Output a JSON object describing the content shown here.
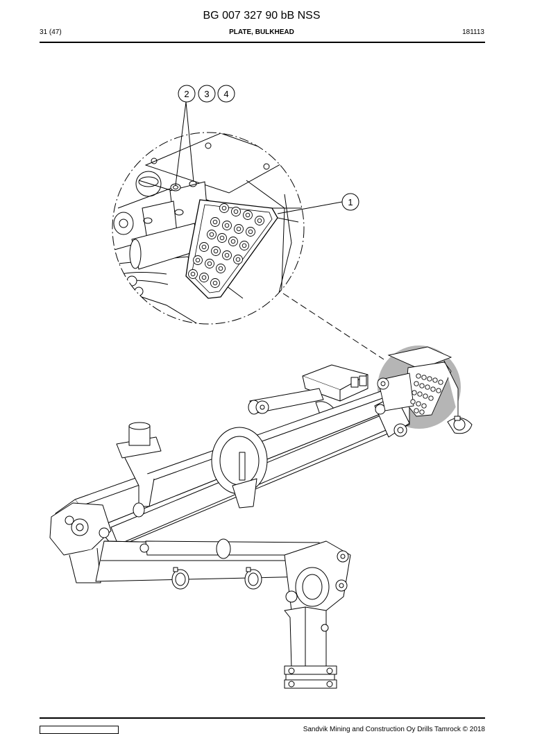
{
  "header": {
    "doc_code": "BG 007 327 90 bB NSS",
    "page": "31 (47)",
    "title": "PLATE, BULKHEAD",
    "date": "181113"
  },
  "callouts": [
    "1",
    "2",
    "3",
    "4"
  ],
  "footer": {
    "copyright": "Sandvik Mining and Construction Oy Drills Tamrock © 2018"
  },
  "colors": {
    "highlight": "#b5b5b5",
    "line": "#000000"
  }
}
